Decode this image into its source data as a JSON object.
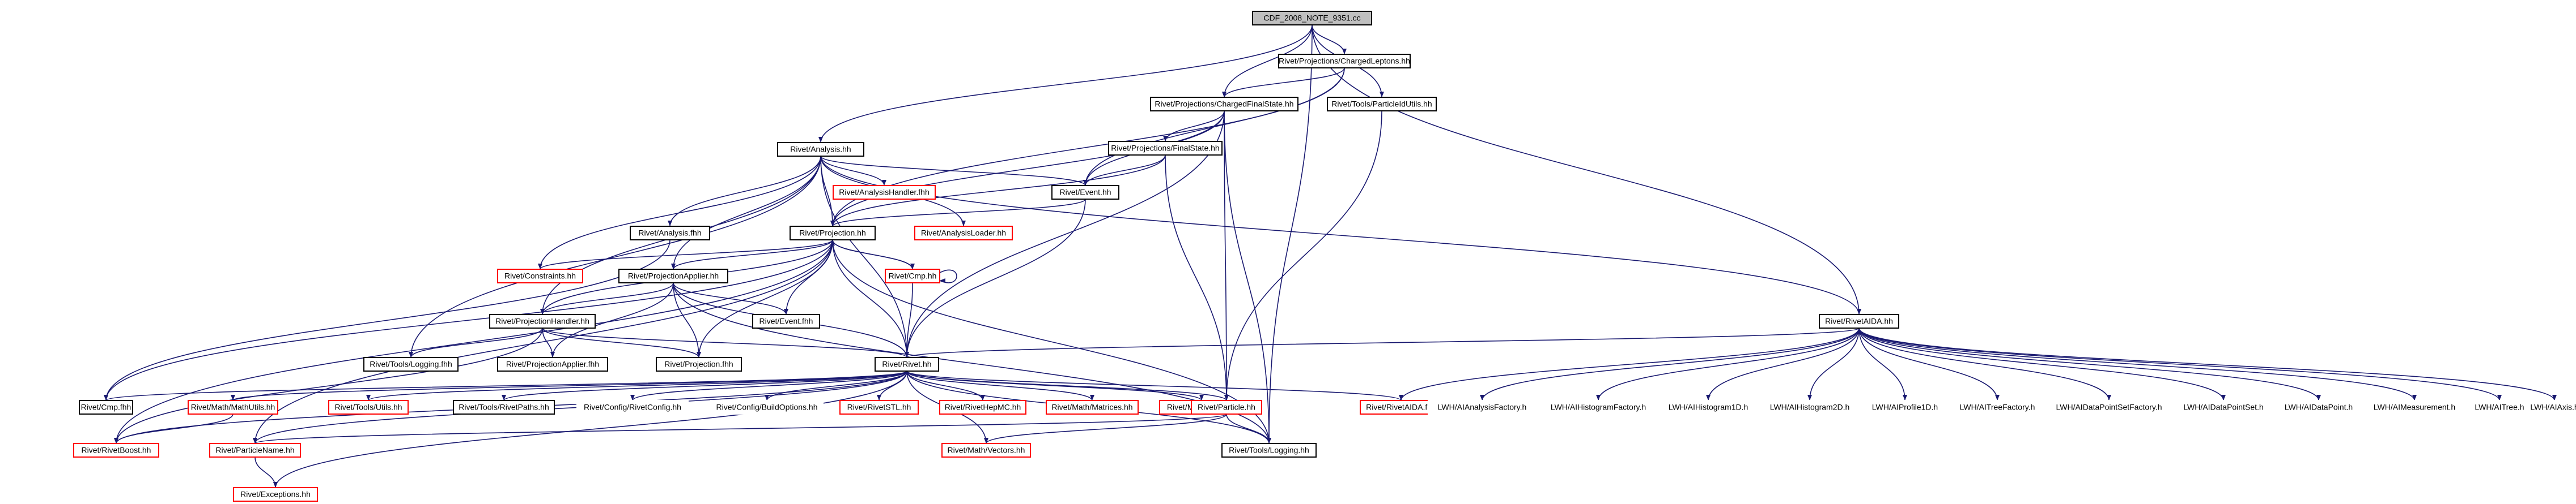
{
  "colors": {
    "background": "#ffffff",
    "edge": "#191970",
    "node_text": "#000000",
    "root_fill": "#bfbfbf",
    "node_fill": "#ffffff",
    "node_border": "#000000",
    "missing_border": "#ff0000"
  },
  "nodes": [
    {
      "id": "root",
      "label": "CDF_2008_NOTE_9351.cc",
      "style": "root"
    },
    {
      "id": "chargedleptons",
      "label": "Rivet/Projections/ChargedLeptons.hh",
      "style": "normal"
    },
    {
      "id": "chargedfs",
      "label": "Rivet/Projections/ChargedFinalState.hh",
      "style": "normal"
    },
    {
      "id": "particleutils",
      "label": "Rivet/Tools/ParticleIdUtils.hh",
      "style": "normal"
    },
    {
      "id": "analysis",
      "label": "Rivet/Analysis.hh",
      "style": "normal"
    },
    {
      "id": "finalstate",
      "label": "Rivet/Projections/FinalState.hh",
      "style": "normal"
    },
    {
      "id": "analysishandlerfhh",
      "label": "Rivet/AnalysisHandler.fhh",
      "style": "missing"
    },
    {
      "id": "event",
      "label": "Rivet/Event.hh",
      "style": "normal"
    },
    {
      "id": "analysisfhh",
      "label": "Rivet/Analysis.fhh",
      "style": "normal"
    },
    {
      "id": "projection",
      "label": "Rivet/Projection.hh",
      "style": "normal"
    },
    {
      "id": "analysisloader",
      "label": "Rivet/AnalysisLoader.hh",
      "style": "missing"
    },
    {
      "id": "constraints",
      "label": "Rivet/Constraints.hh",
      "style": "missing"
    },
    {
      "id": "projapplier",
      "label": "Rivet/ProjectionApplier.hh",
      "style": "normal"
    },
    {
      "id": "cmp",
      "label": "Rivet/Cmp.hh",
      "style": "missing"
    },
    {
      "id": "projhandler",
      "label": "Rivet/ProjectionHandler.hh",
      "style": "normal"
    },
    {
      "id": "eventfhh",
      "label": "Rivet/Event.fhh",
      "style": "normal"
    },
    {
      "id": "toolslogfhh",
      "label": "Rivet/Tools/Logging.fhh",
      "style": "normal"
    },
    {
      "id": "projapplierfhh",
      "label": "Rivet/ProjectionApplier.fhh",
      "style": "normal"
    },
    {
      "id": "projfhh",
      "label": "Rivet/Projection.fhh",
      "style": "normal"
    },
    {
      "id": "rivet",
      "label": "Rivet/Rivet.hh",
      "style": "normal"
    },
    {
      "id": "rivetaida",
      "label": "Rivet/RivetAIDA.hh",
      "style": "normal"
    },
    {
      "id": "cmpfhh",
      "label": "Rivet/Cmp.fhh",
      "style": "normal"
    },
    {
      "id": "mathutils",
      "label": "Rivet/Math/MathUtils.hh",
      "style": "missing"
    },
    {
      "id": "toolsutils",
      "label": "Rivet/Tools/Utils.hh",
      "style": "missing"
    },
    {
      "id": "rivetpaths",
      "label": "Rivet/Tools/RivetPaths.hh",
      "style": "normal"
    },
    {
      "id": "rivetconfig",
      "label": "Rivet/Config/RivetConfig.hh",
      "style": "plain"
    },
    {
      "id": "buildoptions",
      "label": "Rivet/Config/BuildOptions.hh",
      "style": "plain"
    },
    {
      "id": "rivetstl",
      "label": "Rivet/RivetSTL.hh",
      "style": "missing"
    },
    {
      "id": "rivethepmc",
      "label": "Rivet/RivetHepMC.hh",
      "style": "missing"
    },
    {
      "id": "matrices",
      "label": "Rivet/Math/Matrices.hh",
      "style": "missing"
    },
    {
      "id": "units",
      "label": "Rivet/Math/Units.hh",
      "style": "missing"
    },
    {
      "id": "particle",
      "label": "Rivet/Particle.hh",
      "style": "missing"
    },
    {
      "id": "rivetaidafhh",
      "label": "Rivet/RivetAIDA.fhh",
      "style": "missing"
    },
    {
      "id": "rivetboost",
      "label": "Rivet/RivetBoost.hh",
      "style": "missing"
    },
    {
      "id": "particlename",
      "label": "Rivet/ParticleName.hh",
      "style": "missing"
    },
    {
      "id": "vectors",
      "label": "Rivet/Math/Vectors.hh",
      "style": "missing"
    },
    {
      "id": "toolslogging",
      "label": "Rivet/Tools/Logging.hh",
      "style": "normal"
    },
    {
      "id": "exceptions",
      "label": "Rivet/Exceptions.hh",
      "style": "missing"
    },
    {
      "id": "lwh_af",
      "label": "LWH/AIAnalysisFactory.h",
      "style": "plain"
    },
    {
      "id": "lwh_hf",
      "label": "LWH/AIHistogramFactory.h",
      "style": "plain"
    },
    {
      "id": "lwh_h1",
      "label": "LWH/AIHistogram1D.h",
      "style": "plain"
    },
    {
      "id": "lwh_h2",
      "label": "LWH/AIHistogram2D.h",
      "style": "plain"
    },
    {
      "id": "lwh_p1",
      "label": "LWH/AIProfile1D.h",
      "style": "plain"
    },
    {
      "id": "lwh_tf",
      "label": "LWH/AITreeFactory.h",
      "style": "plain"
    },
    {
      "id": "lwh_dpsf",
      "label": "LWH/AIDataPointSetFactory.h",
      "style": "plain"
    },
    {
      "id": "lwh_dps",
      "label": "LWH/AIDataPointSet.h",
      "style": "plain"
    },
    {
      "id": "lwh_dp",
      "label": "LWH/AIDataPoint.h",
      "style": "plain"
    },
    {
      "id": "lwh_m",
      "label": "LWH/AIMeasurement.h",
      "style": "plain"
    },
    {
      "id": "lwh_t",
      "label": "LWH/AITree.h",
      "style": "plain"
    },
    {
      "id": "lwh_a",
      "label": "LWH/AIAxis.h",
      "style": "plain"
    }
  ],
  "edges": [
    [
      "root",
      "chargedleptons"
    ],
    [
      "root",
      "chargedfs"
    ],
    [
      "root",
      "particleutils"
    ],
    [
      "root",
      "analysis"
    ],
    [
      "root",
      "rivetaida"
    ],
    [
      "root",
      "toolslogging"
    ],
    [
      "chargedleptons",
      "chargedfs"
    ],
    [
      "chargedleptons",
      "event"
    ],
    [
      "chargedleptons",
      "projection"
    ],
    [
      "chargedfs",
      "finalstate"
    ],
    [
      "chargedfs",
      "event"
    ],
    [
      "chargedfs",
      "projection"
    ],
    [
      "chargedfs",
      "rivet"
    ],
    [
      "chargedfs",
      "particle"
    ],
    [
      "chargedfs",
      "toolslogging"
    ],
    [
      "particleutils",
      "particle"
    ],
    [
      "analysis",
      "analysishandlerfhh"
    ],
    [
      "analysis",
      "analysisloader"
    ],
    [
      "analysis",
      "event"
    ],
    [
      "analysis",
      "analysisfhh"
    ],
    [
      "analysis",
      "projection"
    ],
    [
      "analysis",
      "constraints"
    ],
    [
      "analysis",
      "projapplier"
    ],
    [
      "analysis",
      "projhandler"
    ],
    [
      "analysis",
      "rivet"
    ],
    [
      "analysis",
      "rivetaida"
    ],
    [
      "analysis",
      "toolslogfhh"
    ],
    [
      "finalstate",
      "event"
    ],
    [
      "finalstate",
      "projection"
    ],
    [
      "finalstate",
      "particle"
    ],
    [
      "event",
      "projection"
    ],
    [
      "event",
      "rivet"
    ],
    [
      "analysisfhh",
      "cmpfhh"
    ],
    [
      "projection",
      "constraints"
    ],
    [
      "projection",
      "projapplier"
    ],
    [
      "projection",
      "cmp"
    ],
    [
      "projection",
      "eventfhh"
    ],
    [
      "projection",
      "projhandler"
    ],
    [
      "projection",
      "projfhh"
    ],
    [
      "projection",
      "rivet"
    ],
    [
      "projection",
      "toolslogging"
    ],
    [
      "projection",
      "cmpfhh"
    ],
    [
      "projection",
      "rivetboost"
    ],
    [
      "projection",
      "particlename"
    ],
    [
      "cmp",
      "projection"
    ],
    [
      "cmp",
      "cmp"
    ],
    [
      "cmp",
      "rivet"
    ],
    [
      "projapplier",
      "eventfhh"
    ],
    [
      "projapplier",
      "projhandler"
    ],
    [
      "projapplier",
      "projapplierfhh"
    ],
    [
      "projapplier",
      "projfhh"
    ],
    [
      "projapplier",
      "rivet"
    ],
    [
      "projapplier",
      "toolslogging"
    ],
    [
      "projhandler",
      "toolslogfhh"
    ],
    [
      "projhandler",
      "projapplierfhh"
    ],
    [
      "projhandler",
      "projfhh"
    ],
    [
      "projhandler",
      "rivet"
    ],
    [
      "projhandler",
      "rivetboost"
    ],
    [
      "rivet",
      "cmpfhh"
    ],
    [
      "rivet",
      "mathutils"
    ],
    [
      "rivet",
      "toolsutils"
    ],
    [
      "rivet",
      "rivetpaths"
    ],
    [
      "rivet",
      "rivetconfig"
    ],
    [
      "rivet",
      "buildoptions"
    ],
    [
      "rivet",
      "rivetstl"
    ],
    [
      "rivet",
      "rivethepmc"
    ],
    [
      "rivet",
      "matrices"
    ],
    [
      "rivet",
      "units"
    ],
    [
      "rivet",
      "particle"
    ],
    [
      "rivet",
      "rivetaidafhh"
    ],
    [
      "rivet",
      "toolslogging"
    ],
    [
      "rivet",
      "vectors"
    ],
    [
      "rivet",
      "particlename"
    ],
    [
      "rivet",
      "rivetboost"
    ],
    [
      "rivet",
      "exceptions"
    ],
    [
      "rivetaida",
      "rivet"
    ],
    [
      "rivetaida",
      "rivetaidafhh"
    ],
    [
      "rivetaida",
      "lwh_af"
    ],
    [
      "rivetaida",
      "lwh_hf"
    ],
    [
      "rivetaida",
      "lwh_h1"
    ],
    [
      "rivetaida",
      "lwh_h2"
    ],
    [
      "rivetaida",
      "lwh_p1"
    ],
    [
      "rivetaida",
      "lwh_tf"
    ],
    [
      "rivetaida",
      "lwh_dpsf"
    ],
    [
      "rivetaida",
      "lwh_dps"
    ],
    [
      "rivetaida",
      "lwh_dp"
    ],
    [
      "rivetaida",
      "lwh_m"
    ],
    [
      "rivetaida",
      "lwh_t"
    ],
    [
      "rivetaida",
      "lwh_a"
    ],
    [
      "mathutils",
      "rivetboost"
    ],
    [
      "particle",
      "particlename"
    ],
    [
      "particle",
      "vectors"
    ],
    [
      "particle",
      "toolslogging"
    ],
    [
      "particlename",
      "exceptions"
    ]
  ]
}
